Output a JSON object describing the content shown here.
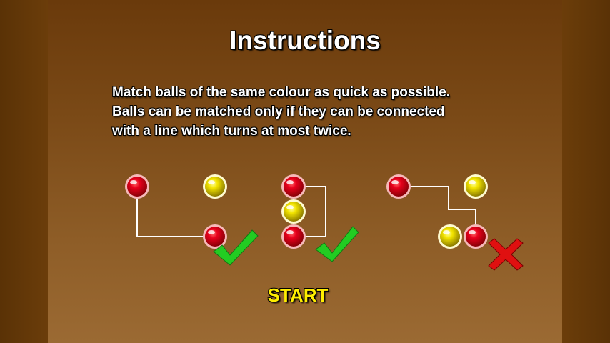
{
  "title": "Instructions",
  "description_lines": [
    "Match balls of the same colour as quick as possible.",
    "Balls can be matched only if they can be connected",
    "with a line which turns at most twice."
  ],
  "start_label": "START",
  "colors": {
    "red_ball": "#e0001a",
    "yellow_ball": "#f0e000",
    "ball_outline": "#f4b0b0",
    "check": "#22cc22",
    "cross": "#e01010",
    "start_text": "#ffee00",
    "line": "#ffffff"
  },
  "examples": [
    {
      "name": "valid-two-turn-path",
      "result": "check-icon"
    },
    {
      "name": "valid-around-path",
      "result": "check-icon"
    },
    {
      "name": "invalid-three-turn-path",
      "result": "cross-icon"
    }
  ]
}
